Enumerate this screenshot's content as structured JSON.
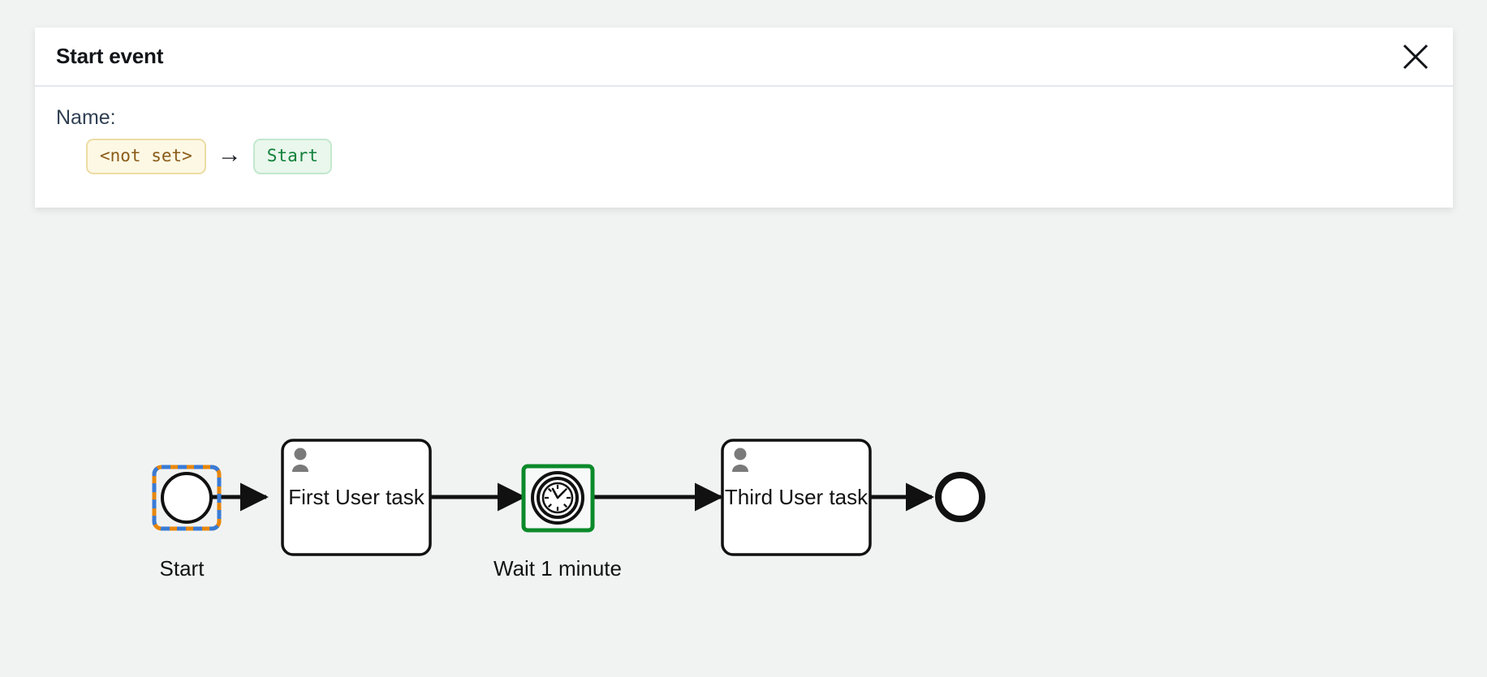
{
  "page": {
    "background_color": "#f1f3f3"
  },
  "panel": {
    "title": "Start event",
    "close_icon": "close-icon",
    "field": {
      "label": "Name:",
      "old_value": "<not set>",
      "arrow": "→",
      "new_value": "Start",
      "old_chip_bg": "#fdf8e4",
      "old_chip_border": "#ecdca4",
      "old_chip_text": "#8a5b18",
      "new_chip_bg": "#e9f7ec",
      "new_chip_border": "#c3e8ce",
      "new_chip_text": "#11803a"
    }
  },
  "diagram": {
    "type": "bpmn-process",
    "selection_color": "#e8870b",
    "selection_dash_color": "#3a7bd5",
    "highlight_color": "#0b8a2a",
    "elements": [
      {
        "id": "start-event",
        "kind": "start-event",
        "label": "Start",
        "label_position": "below",
        "selected": true
      },
      {
        "id": "first-user-task",
        "kind": "user-task",
        "label": "First User task",
        "marker_icon": "user-icon"
      },
      {
        "id": "wait-timer-event",
        "kind": "intermediate-timer-event",
        "label": "Wait 1 minute",
        "label_position": "below",
        "marker_icon": "clock-icon",
        "highlighted": true
      },
      {
        "id": "third-user-task",
        "kind": "user-task",
        "label": "Third User task",
        "marker_icon": "user-icon"
      },
      {
        "id": "end-event",
        "kind": "end-event",
        "label": ""
      }
    ],
    "flows": [
      {
        "from": "start-event",
        "to": "first-user-task"
      },
      {
        "from": "first-user-task",
        "to": "wait-timer-event"
      },
      {
        "from": "wait-timer-event",
        "to": "third-user-task"
      },
      {
        "from": "third-user-task",
        "to": "end-event"
      }
    ]
  }
}
